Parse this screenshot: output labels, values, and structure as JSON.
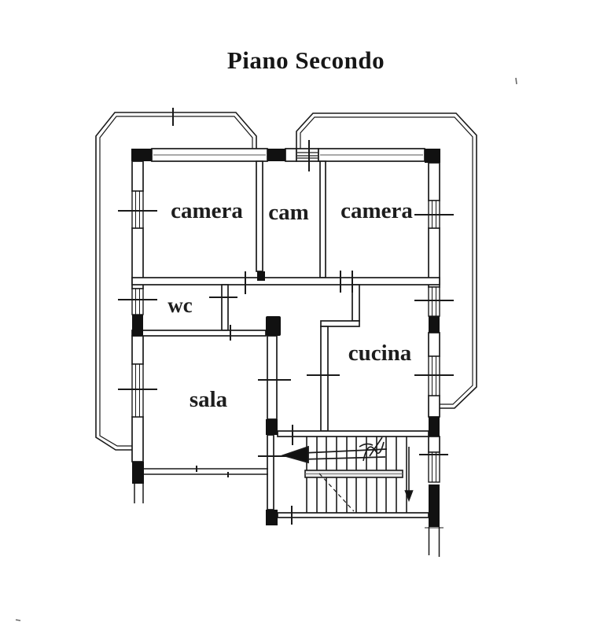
{
  "title": "Piano Secondo",
  "floor_plan": {
    "rooms": [
      {
        "id": "camera-1",
        "label": "camera"
      },
      {
        "id": "cam",
        "label": "cam"
      },
      {
        "id": "camera-2",
        "label": "camera"
      },
      {
        "id": "wc",
        "label": "wc"
      },
      {
        "id": "cucina",
        "label": "cucina"
      },
      {
        "id": "sala",
        "label": "sala"
      }
    ],
    "colors": {
      "ink": "#1a1a1a",
      "background": "#ffffff",
      "handrail_fill": "#e9e9e9"
    }
  }
}
